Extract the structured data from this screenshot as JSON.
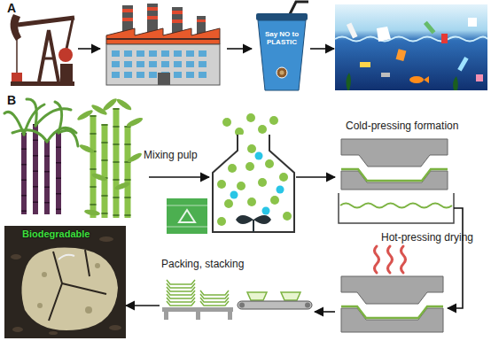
{
  "diagram": {
    "nodes": [
      {
        "text": [
          "Mixing pulp"
        ]
      },
      {
        "text": [
          "Cold-pressing formation"
        ]
      },
      {
        "text": [
          "Hot-pressing drying"
        ]
      },
      {
        "text": [
          "Packing, stacking"
        ]
      },
      {
        "text": [
          "Biodegradable"
        ]
      }
    ],
    "edges": [
      {
        "from": 0,
        "to": 1,
        "arrow": "to"
      },
      {
        "from": 1,
        "to": 2,
        "arrow": "to"
      },
      {
        "from": 2,
        "to": 3,
        "arrow": "to"
      },
      {
        "from": 3,
        "to": 4,
        "arrow": "to"
      }
    ],
    "labels": [
      "A",
      "B",
      "Say NO to PLASTIC"
    ]
  }
}
